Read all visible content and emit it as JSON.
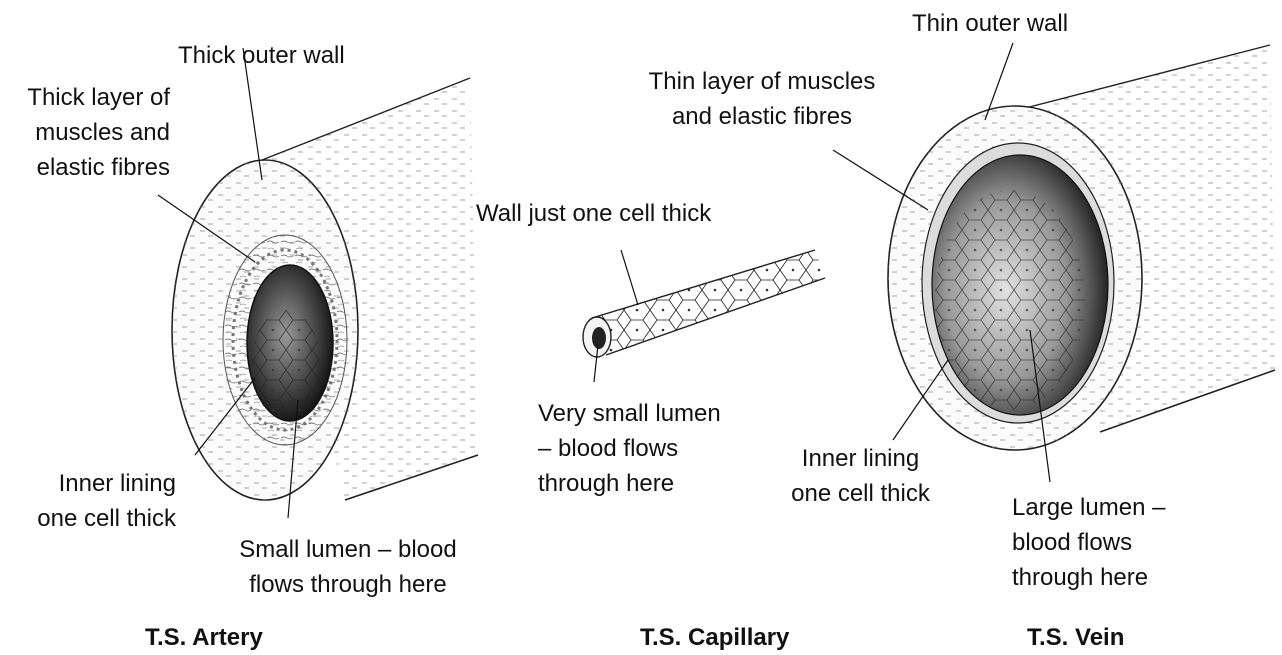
{
  "artery": {
    "outer_wall": "Thick outer wall",
    "muscle_1": "Thick layer of",
    "muscle_2": "muscles and",
    "muscle_3": "elastic fibres",
    "lining_1": "Inner lining",
    "lining_2": "one cell thick",
    "lumen_1": "Small lumen – blood",
    "lumen_2": "flows through here",
    "caption": "T.S. Artery"
  },
  "capillary": {
    "wall": "Wall just one cell thick",
    "lumen_1": "Very small lumen",
    "lumen_2": "– blood flows",
    "lumen_3": "through here",
    "caption": "T.S. Capillary"
  },
  "vein": {
    "outer_wall": "Thin outer wall",
    "muscle_1": "Thin layer of muscles",
    "muscle_2": "and elastic fibres",
    "lining_1": "Inner lining",
    "lining_2": "one cell thick",
    "lumen_1": "Large lumen –",
    "lumen_2": "blood flows",
    "lumen_3": "through here",
    "caption": "T.S. Vein"
  }
}
